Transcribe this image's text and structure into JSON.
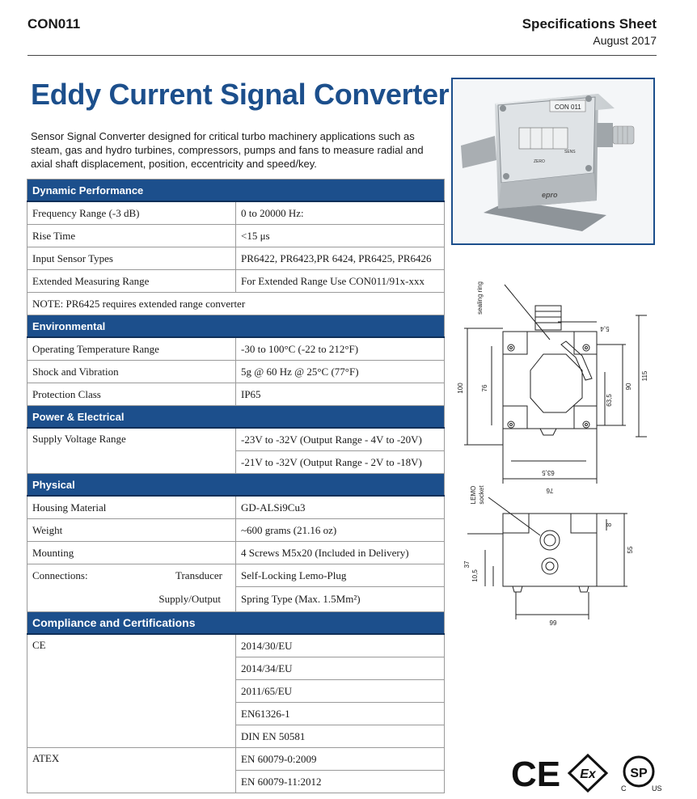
{
  "header": {
    "code": "CON011",
    "sheet_title": "Specifications Sheet",
    "date": "August 2017"
  },
  "title": "Eddy Current Signal Converter",
  "intro": "Sensor Signal Converter designed for critical turbo machinery applications such as steam, gas and hydro turbines, compressors, pumps and fans to measure radial and axial shaft displacement, position, eccentricity and speed/key.",
  "photo": {
    "label": "CON 011",
    "brand": "epro",
    "zero": "ZERO",
    "sens": "SENS"
  },
  "drawing": {
    "sealing_ring": "sealing ring",
    "lemo_socket_1": "LEMO",
    "lemo_socket_2": "socket",
    "d_100": "100",
    "d_76": "76",
    "d_115": "115",
    "d_90": "90",
    "d_63_5": "63,5",
    "d_5_4": "5,4",
    "d_63_5b": "63,5",
    "d_76b": "76",
    "d_8": "8",
    "d_55": "55",
    "d_37": "37",
    "d_10_5": "10,5",
    "d_99": "99"
  },
  "sections": {
    "dynamic": {
      "title": "Dynamic Performance",
      "rows": [
        {
          "label": "Frequency Range (-3 dB)",
          "value": "0 to 20000 Hz:"
        },
        {
          "label": "Rise Time",
          "value": "<15 μs"
        },
        {
          "label": "Input Sensor Types",
          "value": "PR6422, PR6423,PR 6424, PR6425, PR6426"
        },
        {
          "label": "Extended Measuring Range",
          "value": "For Extended Range Use CON011/91x-xxx"
        }
      ],
      "note": "NOTE: PR6425 requires extended range converter"
    },
    "environmental": {
      "title": "Environmental",
      "rows": [
        {
          "label": "Operating Temperature Range",
          "value": "-30 to 100°C (-22 to 212°F)"
        },
        {
          "label": "Shock and Vibration",
          "value": "5g @ 60 Hz @ 25°C (77°F)"
        },
        {
          "label": "Protection Class",
          "value": "IP65"
        }
      ]
    },
    "power": {
      "title": "Power & Electrical",
      "label": "Supply Voltage Range",
      "values": [
        "-23V to -32V (Output Range - 4V to -20V)",
        "-21V to -32V (Output Range - 2V to -18V)"
      ]
    },
    "physical": {
      "title": "Physical",
      "rows": [
        {
          "label": "Housing Material",
          "value": "GD-ALSi9Cu3"
        },
        {
          "label": "Weight",
          "value": "~600 grams (21.16 oz)"
        },
        {
          "label": "Mounting",
          "value": "4 Screws M5x20 (Included in Delivery)"
        }
      ],
      "connections_label": "Connections:",
      "transducer_label": "Transducer",
      "transducer_value": "Self-Locking Lemo-Plug",
      "supply_label": "Supply/Output",
      "supply_value": "Spring Type (Max. 1.5Mm²)"
    },
    "compliance": {
      "title": "Compliance and Certifications",
      "ce_label": "CE",
      "ce_values": [
        "2014/30/EU",
        "2014/34/EU",
        "2011/65/EU",
        "EN61326-1",
        "DIN EN 50581"
      ],
      "atex_label": "ATEX",
      "atex_values": [
        "EN 60079-0:2009",
        "EN 60079-11:2012"
      ]
    }
  },
  "certs": {
    "ce": "CE",
    "ex": "Ex",
    "csa": "SP",
    "csa_c": "C",
    "csa_us": "US"
  },
  "colors": {
    "accent": "#1c4f8c"
  }
}
